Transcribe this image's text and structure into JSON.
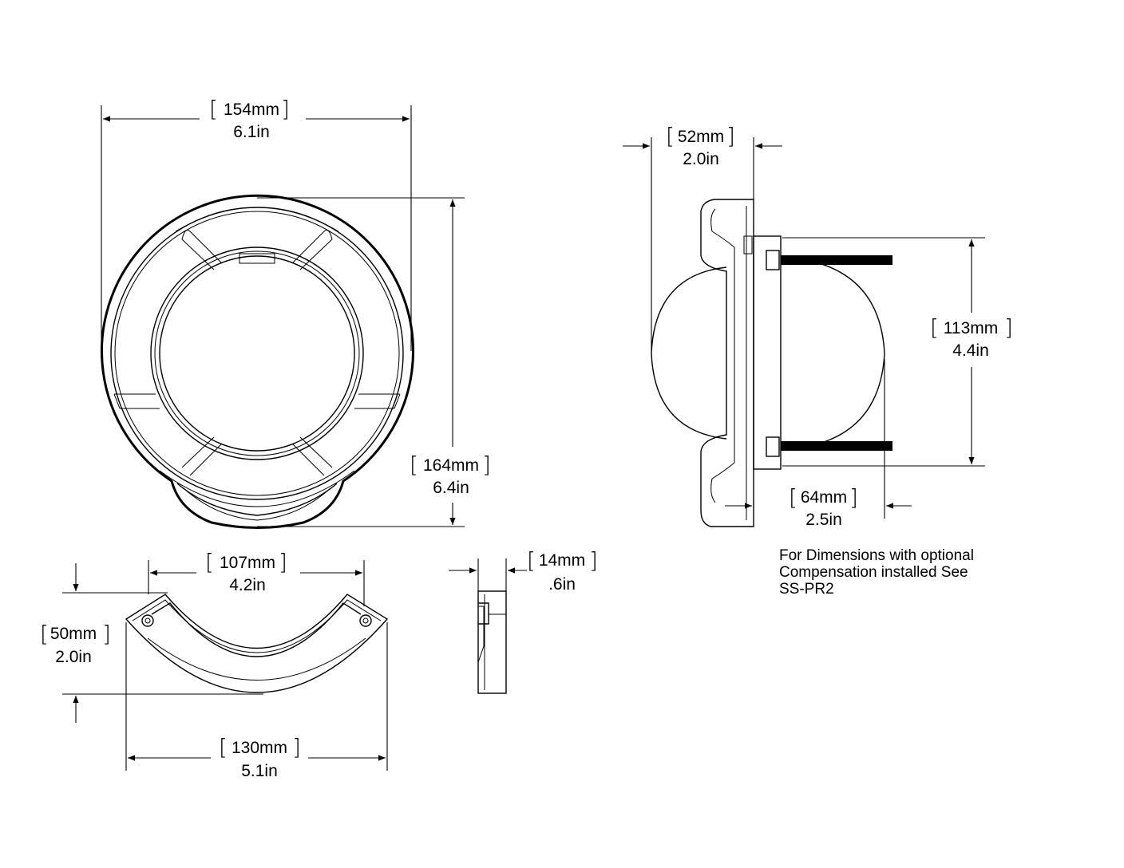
{
  "dimensions": {
    "top_width": {
      "mm": "154mm",
      "inch": "6.1in"
    },
    "top_height": {
      "mm": "164mm",
      "inch": "6.4in"
    },
    "side_depth": {
      "mm": "52mm",
      "inch": "2.0in"
    },
    "side_mount": {
      "mm": "113mm",
      "inch": "4.4in"
    },
    "side_protrusion": {
      "mm": "64mm",
      "inch": "2.5in"
    },
    "bracket_inner": {
      "mm": "107mm",
      "inch": "4.2in"
    },
    "bracket_height": {
      "mm": "50mm",
      "inch": "2.0in"
    },
    "bracket_outer": {
      "mm": "130mm",
      "inch": "5.1in"
    },
    "bracket_thickness": {
      "mm": "14mm",
      "inch": ".6in"
    }
  },
  "note": {
    "line1": "For Dimensions with optional",
    "line2": "Compensation installed See",
    "line3": "SS-PR2"
  }
}
